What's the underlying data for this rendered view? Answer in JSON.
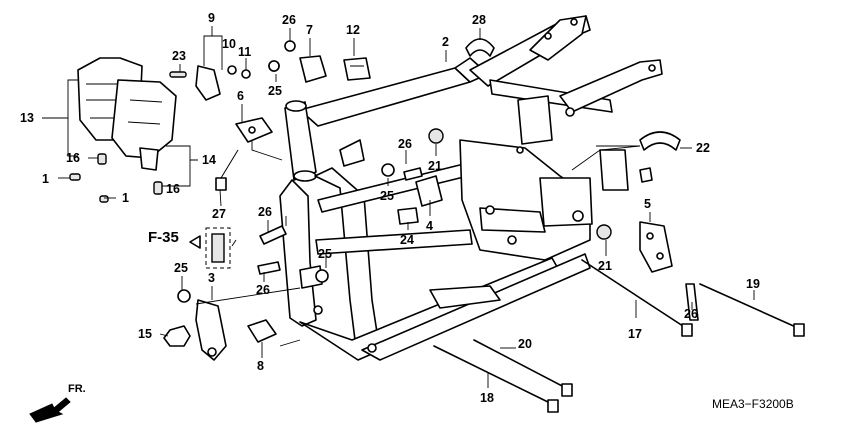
{
  "diagram": {
    "drawing_code": "MEA3−F3200B",
    "reference": "F-35",
    "direction": "FR.",
    "callouts": [
      {
        "id": "c1a",
        "text": "1"
      },
      {
        "id": "c1b",
        "text": "1"
      },
      {
        "id": "c2",
        "text": "2"
      },
      {
        "id": "c3",
        "text": "3"
      },
      {
        "id": "c4",
        "text": "4"
      },
      {
        "id": "c5",
        "text": "5"
      },
      {
        "id": "c6",
        "text": "6"
      },
      {
        "id": "c7",
        "text": "7"
      },
      {
        "id": "c8",
        "text": "8"
      },
      {
        "id": "c9",
        "text": "9"
      },
      {
        "id": "c10",
        "text": "10"
      },
      {
        "id": "c11",
        "text": "11"
      },
      {
        "id": "c12",
        "text": "12"
      },
      {
        "id": "c13",
        "text": "13"
      },
      {
        "id": "c14",
        "text": "14"
      },
      {
        "id": "c15",
        "text": "15"
      },
      {
        "id": "c16a",
        "text": "16"
      },
      {
        "id": "c16b",
        "text": "16"
      },
      {
        "id": "c17",
        "text": "17"
      },
      {
        "id": "c18",
        "text": "18"
      },
      {
        "id": "c19",
        "text": "19"
      },
      {
        "id": "c20",
        "text": "20"
      },
      {
        "id": "c21a",
        "text": "21"
      },
      {
        "id": "c21b",
        "text": "21"
      },
      {
        "id": "c22",
        "text": "22"
      },
      {
        "id": "c23",
        "text": "23"
      },
      {
        "id": "c24",
        "text": "24"
      },
      {
        "id": "c25a",
        "text": "25"
      },
      {
        "id": "c25b",
        "text": "25"
      },
      {
        "id": "c25c",
        "text": "25"
      },
      {
        "id": "c25d",
        "text": "25"
      },
      {
        "id": "c26a",
        "text": "26"
      },
      {
        "id": "c26b",
        "text": "26"
      },
      {
        "id": "c26c",
        "text": "26"
      },
      {
        "id": "c26d",
        "text": "26"
      },
      {
        "id": "c26e",
        "text": "26"
      },
      {
        "id": "c27",
        "text": "27"
      },
      {
        "id": "c28",
        "text": "28"
      }
    ]
  }
}
